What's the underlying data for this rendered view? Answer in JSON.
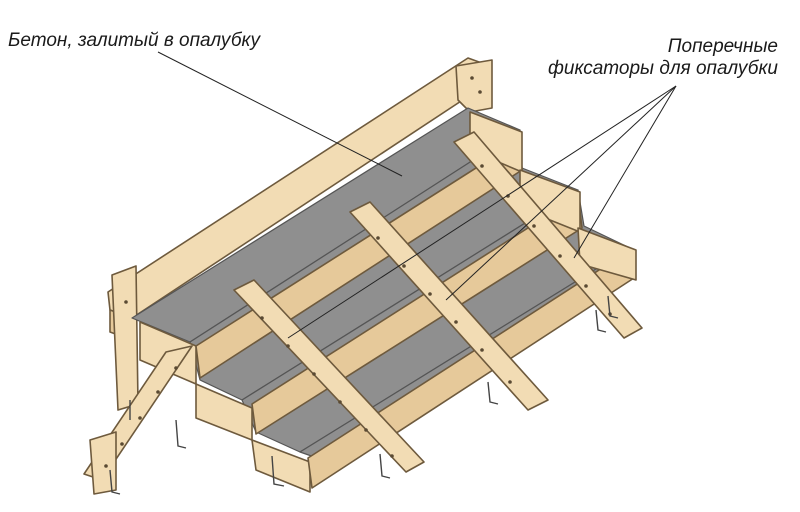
{
  "labels": {
    "concrete": "Бетон, залитый в опалубку",
    "fixators_line1": "Поперечные",
    "fixators_line2": "фиксаторы для опалубки"
  },
  "colors": {
    "wood": "#f2dcb4",
    "wood_dark": "#d9b98a",
    "wood_edge": "#6e5a3d",
    "concrete": "#8f8f8f",
    "concrete_dark": "#6f6f6f",
    "leader": "#222222"
  }
}
